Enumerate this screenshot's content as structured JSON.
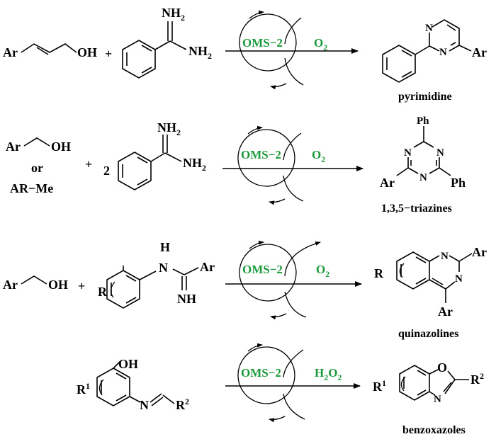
{
  "reactions": [
    {
      "reactant_1": "Ar",
      "reactant_1_group": "OH",
      "plus": "+",
      "amidine_top": "NH",
      "amidine_top_sub": "2",
      "amidine_right": "NH",
      "amidine_right_sub": "2",
      "catalyst": "OMS−2",
      "oxidant": "O",
      "oxidant_sub": "2",
      "product_ring_labels": [
        "N",
        "N"
      ],
      "product_sub": "Ar",
      "product_name": "pyrimidine"
    },
    {
      "reactant_1": "Ar",
      "reactant_1_group": "OH",
      "or": "or",
      "reactant_alt": "AR−Me",
      "plus": "+",
      "coef": "2",
      "amidine_top": "NH",
      "amidine_top_sub": "2",
      "amidine_right": "NH",
      "amidine_right_sub": "2",
      "catalyst": "OMS−2",
      "oxidant": "O",
      "oxidant_sub": "2",
      "product_top": "Ph",
      "product_ring_labels": [
        "N",
        "N",
        "N"
      ],
      "product_left": "Ar",
      "product_right": "Ph",
      "product_name": "1,3,5−triazines"
    },
    {
      "reactant_1": "Ar",
      "reactant_1_group": "OH",
      "plus": "+",
      "amidine_H": "H",
      "amidine_N": "N",
      "amidine_Ar": "Ar",
      "amidine_NH": "NH",
      "ring_sub": "R",
      "catalyst": "OMS−2",
      "oxidant": "O",
      "oxidant_sub": "2",
      "product_R": "R",
      "product_ring_labels": [
        "N",
        "N"
      ],
      "product_right": "Ar",
      "product_bottom": "Ar",
      "product_name": "quinazolines"
    },
    {
      "reactant_OH": "OH",
      "reactant_R1": "R",
      "reactant_R1_sup": "1",
      "reactant_N": "N",
      "reactant_R2": "R",
      "reactant_R2_sup": "2",
      "catalyst": "OMS−2",
      "oxidant": "H",
      "oxidant_sub": "2",
      "oxidant_o": "O",
      "oxidant_sub2": "2",
      "product_R1": "R",
      "product_R1_sup": "1",
      "product_O": "O",
      "product_N": "N",
      "product_R2": "R",
      "product_R2_sup": "2",
      "product_name": "benzoxazoles"
    }
  ]
}
